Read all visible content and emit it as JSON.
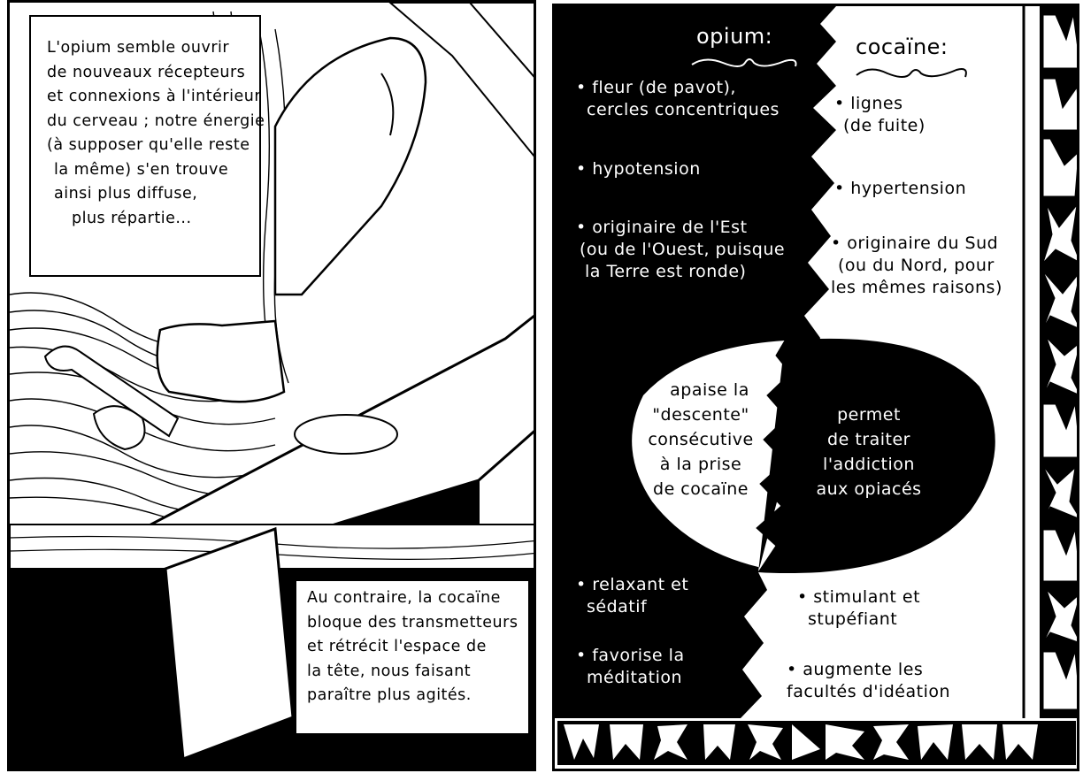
{
  "left_panel": {
    "caption_top": {
      "lines": [
        "L'opium semble ouvrir",
        "de nouveaux récepteurs",
        "et connexions à l'intérieur",
        "du cerveau ; notre énergie",
        "(à supposer qu'elle reste",
        "la même) s'en trouve",
        "ainsi plus diffuse,",
        "plus répartie..."
      ]
    },
    "caption_bottom": {
      "lines": [
        "Au contraire, la cocaïne",
        "bloque des transmetteurs",
        "et rétrécit l'espace de",
        "la tête, nous faisant",
        "paraître plus agités."
      ]
    },
    "illustration": "arm-holding-saw-cutting-wood-plank"
  },
  "right_panel": {
    "opium": {
      "title": "opium:",
      "items": [
        {
          "lines": [
            "• fleur (de pavot),",
            "cercles concentriques"
          ]
        },
        {
          "lines": [
            "• hypotension"
          ]
        },
        {
          "lines": [
            "• originaire de l'Est",
            "(ou de l'Ouest, puisque",
            "la Terre est ronde)"
          ]
        }
      ],
      "bottom_items": [
        {
          "lines": [
            "• relaxant et",
            "sédatif"
          ]
        },
        {
          "lines": [
            "• favorise la",
            "méditation"
          ]
        }
      ]
    },
    "cocaine": {
      "title": "cocaïne:",
      "items": [
        {
          "lines": [
            "• lignes",
            "(de fuite)"
          ]
        },
        {
          "lines": [
            "• hypertension"
          ]
        },
        {
          "lines": [
            "• originaire du Sud",
            "(ou du Nord, pour",
            "les mêmes raisons)"
          ]
        }
      ],
      "bottom_items": [
        {
          "lines": [
            "• stimulant et",
            "stupéfiant"
          ]
        },
        {
          "lines": [
            "• augmente les",
            "facultés d'idéation"
          ]
        }
      ]
    },
    "center_bubble": {
      "left_text": [
        "apaise la",
        "\"descente\"",
        "consécutive",
        "à la prise",
        "de cocaïne"
      ],
      "right_text": [
        "permet",
        "de traiter",
        "l'addiction",
        "aux opiacés"
      ]
    },
    "colors": {
      "ink": "#000000",
      "paper": "#ffffff"
    }
  }
}
